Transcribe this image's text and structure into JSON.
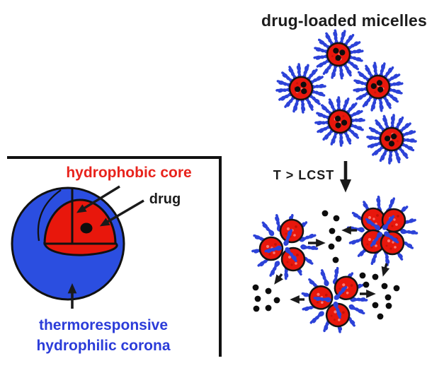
{
  "title": "drug-loaded micelles",
  "transition_label": "T > LCST",
  "inset": {
    "core_label": "hydrophobic core",
    "drug_label": "drug",
    "corona_label_line1": "thermoresponsive",
    "corona_label_line2": "hydrophilic corona"
  },
  "colors": {
    "core_red": "#e8170c",
    "coronaa_blue": "#2c42d8",
    "sphere_blue": "#2b4ee0",
    "label_red": "#e8231c",
    "label_blue": "#2b3cd9",
    "ink_black": "#1a1a1a",
    "background": "#ffffff"
  },
  "figure": {
    "loaded_micelle_count": 5,
    "drug_dots_per_micelle": 3,
    "aggregate_core_counts": [
      3,
      4,
      3
    ],
    "released_dot_clusters": 3
  }
}
